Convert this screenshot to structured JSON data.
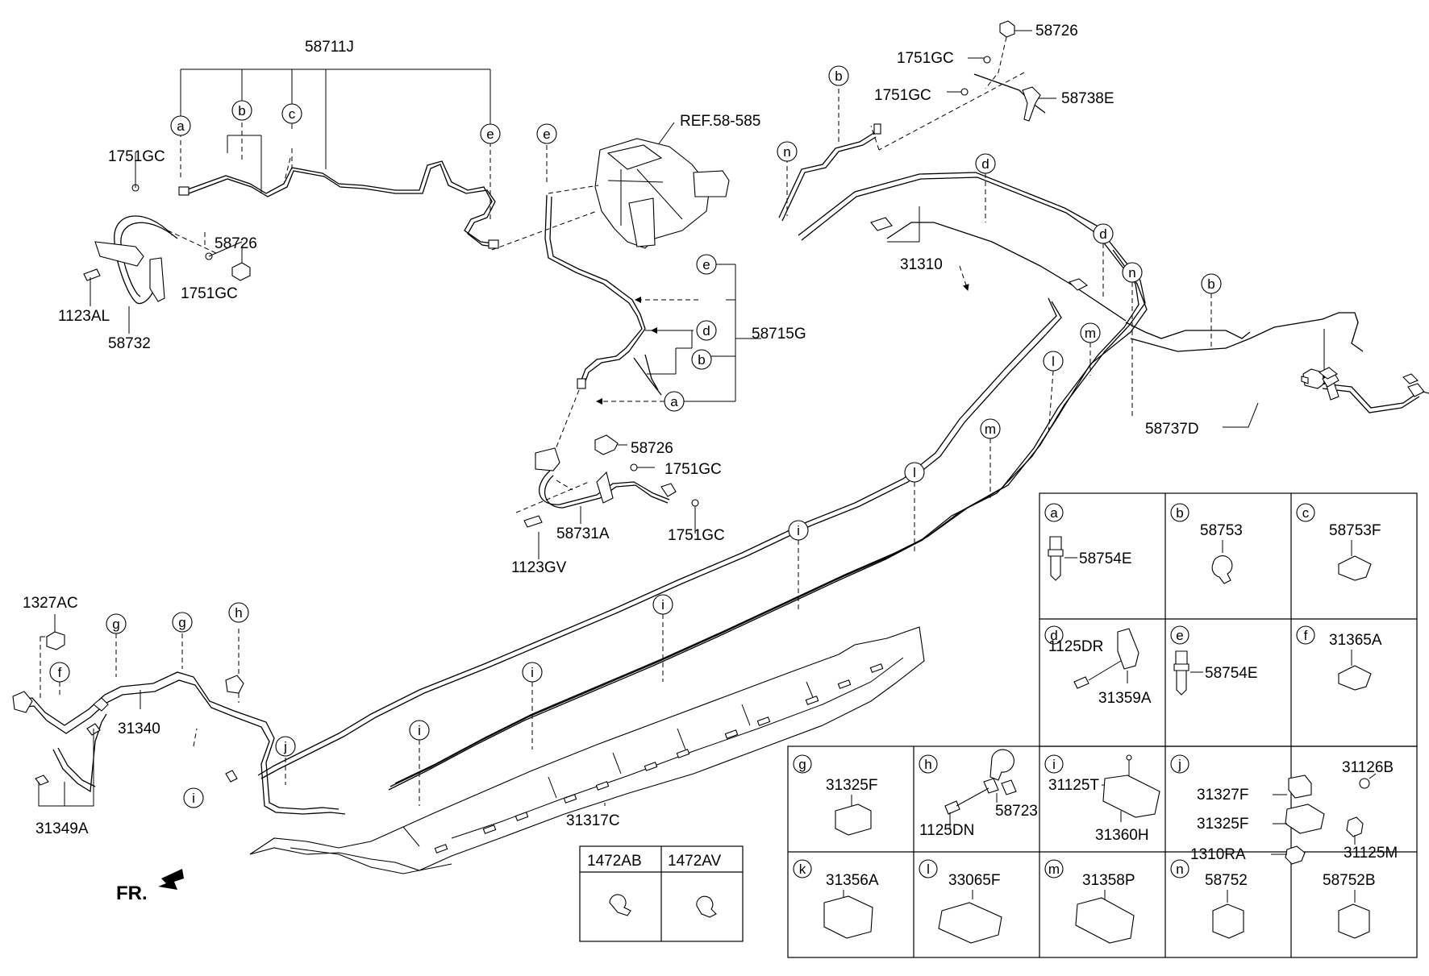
{
  "parts": {
    "p58711J": "58711J",
    "p1751GC": "1751GC",
    "p58726": "58726",
    "p1123AL": "1123AL",
    "p58732": "58732",
    "ref": "REF.58-585",
    "p58715G": "58715G",
    "p58731A": "58731A",
    "p1123GV": "1123GV",
    "p58738E": "58738E",
    "p31310": "31310",
    "p58737D": "58737D",
    "p1327AC": "1327AC",
    "p31340": "31340",
    "p31349A": "31349A",
    "p31317C": "31317C",
    "fr": "FR."
  },
  "callouts": [
    "a",
    "b",
    "c",
    "d",
    "e",
    "f",
    "g",
    "h",
    "i",
    "j",
    "k",
    "l",
    "m",
    "n"
  ],
  "legend": {
    "a": {
      "letter": "a",
      "parts": [
        "58754E"
      ]
    },
    "b": {
      "letter": "b",
      "parts": [
        "58753"
      ]
    },
    "c": {
      "letter": "c",
      "parts": [
        "58753F"
      ]
    },
    "d": {
      "letter": "d",
      "parts": [
        "1125DR",
        "31359A"
      ]
    },
    "e": {
      "letter": "e",
      "parts": [
        "58754E"
      ]
    },
    "f": {
      "letter": "f",
      "parts": [
        "31365A"
      ]
    },
    "g": {
      "letter": "g",
      "parts": [
        "31325F"
      ]
    },
    "h": {
      "letter": "h",
      "parts": [
        "1125DN",
        "58723"
      ]
    },
    "i": {
      "letter": "i",
      "parts": [
        "31125T",
        "31360H"
      ]
    },
    "j": {
      "letter": "j",
      "parts": [
        "31327F",
        "31126B",
        "31325F",
        "1310RA",
        "31125M"
      ]
    },
    "k": {
      "letter": "k",
      "parts": [
        "31356A"
      ]
    },
    "l": {
      "letter": "l",
      "parts": [
        "33065F"
      ]
    },
    "m": {
      "letter": "m",
      "parts": [
        "31358P"
      ]
    },
    "n": {
      "letter": "n",
      "parts": [
        "58752",
        "58752B"
      ]
    }
  },
  "clip_table": {
    "headers": [
      "1472AB",
      "1472AV"
    ]
  }
}
